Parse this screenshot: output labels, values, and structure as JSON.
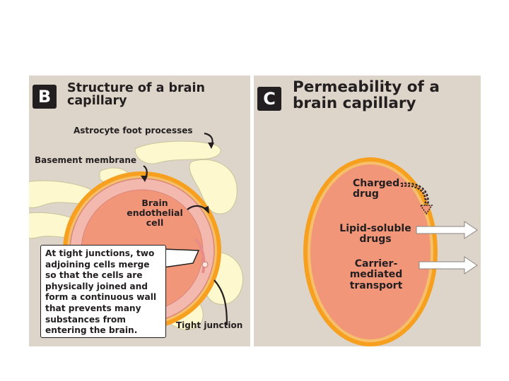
{
  "panel_b": {
    "badge": "B",
    "title_line1": "Structure of a brain",
    "title_line2": "capillary",
    "labels": {
      "astrocyte": "Astrocyte foot processes",
      "basement": "Basement membrane",
      "endothelial_1": "Brain",
      "endothelial_2": "endothelial",
      "endothelial_3": "cell",
      "tight_junction": "Tight junction"
    },
    "callout_lines": [
      "At tight junctions, two",
      "adjoining cells merge",
      "so that the cells are",
      "physically joined and",
      "form a continuous wall",
      "that prevents many",
      "substances from",
      "entering the brain."
    ]
  },
  "panel_c": {
    "badge": "C",
    "title_line1": "Permeability of a",
    "title_line2": "brain capillary",
    "labels": {
      "charged_1": "Charged",
      "charged_2": "drug",
      "lipid_1": "Lipid-soluble",
      "lipid_2": "drugs",
      "carrier_1": "Carrier-mediated",
      "carrier_2": "transport"
    }
  },
  "colors": {
    "panel_bg": "#ddd5c9",
    "cell_fill": "#f2967a",
    "orange_rim": "#f7a020",
    "pink_ring": "#f3b8ae",
    "astrocyte": "#fdf8cd",
    "text": "#231f20"
  }
}
